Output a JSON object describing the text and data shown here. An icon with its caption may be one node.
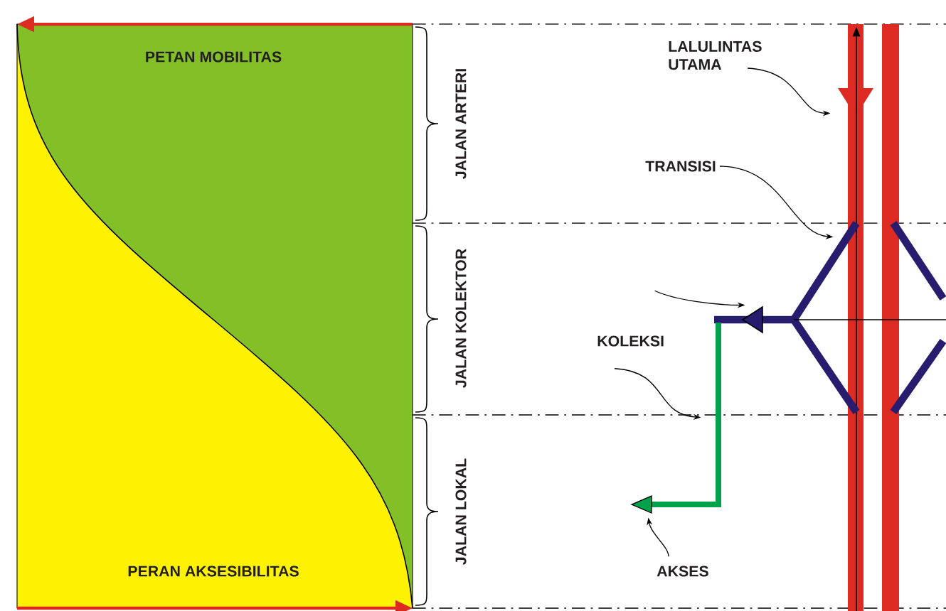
{
  "diagram": {
    "nodes": [
      {
        "text": [
          "LALULINTAS UTAMA"
        ]
      },
      {
        "text": [
          "TRANSISI"
        ]
      },
      {
        "text": [
          "KOLEKSI"
        ]
      },
      {
        "text": [
          "AKSES"
        ]
      },
      {
        "text": [],
        "shape": "bar"
      },
      {
        "text": [],
        "shape": "bar"
      },
      {
        "text": [],
        "shape": "bar"
      },
      {
        "text": [],
        "shape": "bar"
      }
    ],
    "edges": [
      {
        "from": 0,
        "to": 4,
        "arrow": "to"
      },
      {
        "from": 1,
        "to": 6,
        "arrow": "to"
      },
      {
        "from": 2,
        "to": 6,
        "arrow": "to"
      },
      {
        "from": 2,
        "to": 7,
        "arrow": "to"
      },
      {
        "from": 3,
        "to": 7,
        "arrow": "to"
      }
    ],
    "labels": [
      "PETAN MOBILITAS",
      "PERAN AKSESIBILITAS",
      "JALAN ARTERI",
      "JALAN KOLEKTOR",
      "JALAN LOKAL"
    ]
  }
}
